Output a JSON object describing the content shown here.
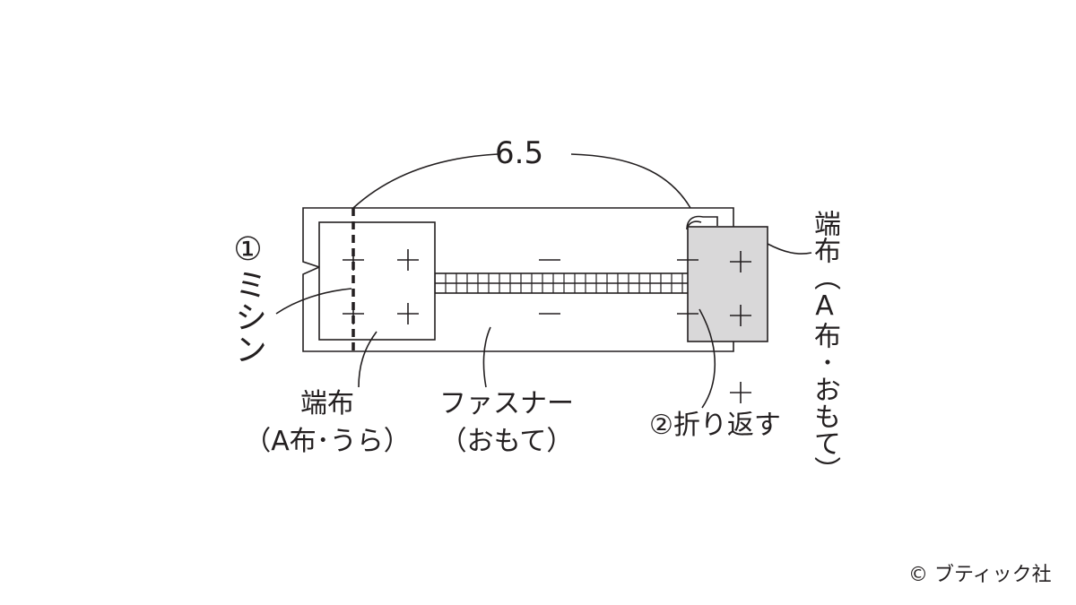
{
  "labels": {
    "dimension": "6.5",
    "step1": "①ミシン",
    "left_end_title": "端布",
    "left_end_sub": "（A布･うら）",
    "zipper_title": "ファスナー",
    "zipper_sub": "（おもて）",
    "step2": "②折り返す",
    "right_end": "端布（A布･おもて）",
    "copyright": "© ブティック社"
  },
  "colors": {
    "line": "#231f20",
    "folded_fill": "#d9d8d9",
    "background": "#ffffff"
  }
}
